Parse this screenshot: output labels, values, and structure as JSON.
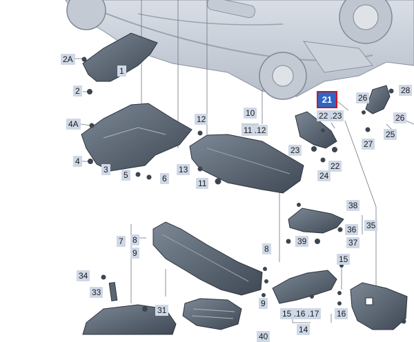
{
  "highlighted_part": "21",
  "labels": {
    "p1": "1",
    "p2": "2",
    "p2A": "2A",
    "p3": "3",
    "p4": "4",
    "p4A": "4A",
    "p5": "5",
    "p6": "6",
    "p7": "7",
    "p8a": "8",
    "p8b": "8",
    "p9a": "9",
    "p9b": "9",
    "p10": "10",
    "p11_12": "11 .12",
    "p11": "11",
    "p12": "12",
    "p13": "13",
    "p14": "14",
    "p15": "15",
    "p15_16_17": "15 .16 .17",
    "p16": "16",
    "p22_23": "22 .23",
    "p22": "22",
    "p23": "23",
    "p24": "24",
    "p25": "25",
    "p26a": "26",
    "p26b": "26",
    "p27": "27",
    "p28": "28",
    "p31": "31",
    "p33": "33",
    "p34": "34",
    "p35": "35",
    "p36": "36",
    "p37": "37",
    "p38": "38",
    "p39": "39",
    "p40": "40"
  },
  "colors": {
    "part_fill": "#56626f",
    "label_bg": "#cfd8e6",
    "highlight_fill": "#2f66c5",
    "highlight_border": "#d41220"
  }
}
